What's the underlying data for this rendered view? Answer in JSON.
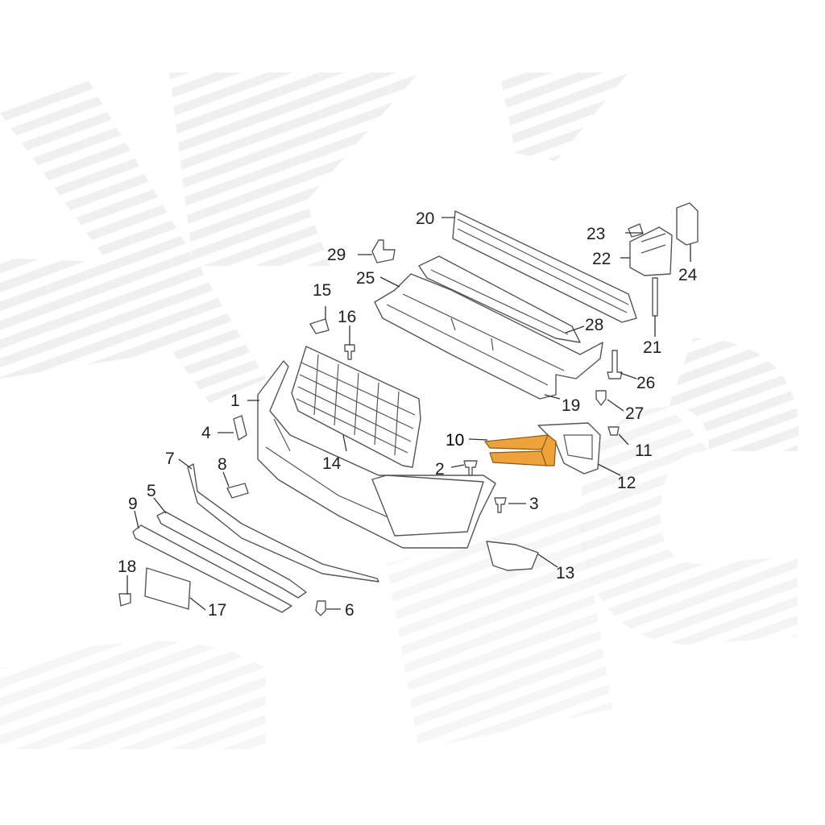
{
  "diagram": {
    "highlight_color": "#f0a23a",
    "line_color": "#555555",
    "watermark_color": "#eeeeee",
    "callouts": [
      {
        "id": "1",
        "label": "1"
      },
      {
        "id": "2",
        "label": "2"
      },
      {
        "id": "3",
        "label": "3"
      },
      {
        "id": "4",
        "label": "4"
      },
      {
        "id": "5",
        "label": "5"
      },
      {
        "id": "6",
        "label": "6"
      },
      {
        "id": "7",
        "label": "7"
      },
      {
        "id": "8",
        "label": "8"
      },
      {
        "id": "9",
        "label": "9"
      },
      {
        "id": "10",
        "label": "10",
        "highlighted": true
      },
      {
        "id": "11",
        "label": "11"
      },
      {
        "id": "12",
        "label": "12"
      },
      {
        "id": "13",
        "label": "13"
      },
      {
        "id": "14",
        "label": "14"
      },
      {
        "id": "15",
        "label": "15"
      },
      {
        "id": "16",
        "label": "16"
      },
      {
        "id": "17",
        "label": "17"
      },
      {
        "id": "18",
        "label": "18"
      },
      {
        "id": "19",
        "label": "19"
      },
      {
        "id": "20",
        "label": "20"
      },
      {
        "id": "21",
        "label": "21"
      },
      {
        "id": "22",
        "label": "22"
      },
      {
        "id": "23",
        "label": "23"
      },
      {
        "id": "24",
        "label": "24"
      },
      {
        "id": "25",
        "label": "25"
      },
      {
        "id": "26",
        "label": "26"
      },
      {
        "id": "27",
        "label": "27"
      },
      {
        "id": "28",
        "label": "28"
      },
      {
        "id": "29",
        "label": "29"
      }
    ]
  }
}
